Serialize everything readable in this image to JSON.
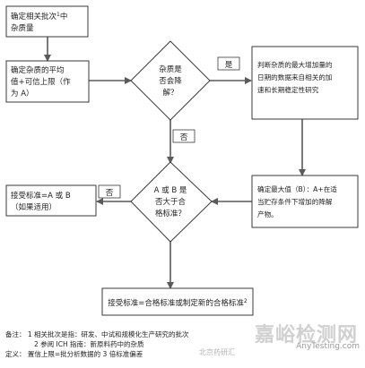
{
  "nodes": {
    "start": {
      "lines": [
        "确定相关批次",
        "杂质量"
      ],
      "sup": "1",
      "sup_after": "中"
    },
    "mean": {
      "lines": [
        "确定杂质的平均",
        "值+可信上限（作",
        "为 A）"
      ]
    },
    "degrade": {
      "lines": [
        "杂质是",
        "否会降",
        "解？"
      ]
    },
    "judge": {
      "lines": [
        "判断杂质的最大增加量的",
        "日期的数据来自相关的加",
        "速和长期稳定性研究"
      ]
    },
    "maxval": {
      "lines": [
        "确定最大值（B）：A+在适",
        "当贮存条件下增加的降解",
        "产物。"
      ]
    },
    "compare": {
      "lines": [
        "A 或 B 是",
        "否大于合",
        "格标准？"
      ]
    },
    "accept": {
      "lines": [
        "接受标准=A 或 B",
        "（如果适用）"
      ]
    },
    "final": {
      "text": "接受标准=合格标准或制定新的合格标准",
      "sup": "2"
    }
  },
  "labels": {
    "yes": "是",
    "no": "否"
  },
  "notes": {
    "label_note": "备注：",
    "note1": "1  相关批次是指：研发、中试和规模化生产研究的批次",
    "note2": "2  参阅 ICH 指南：新原料药中的杂质",
    "label_def": "定义：",
    "def": "置信上限=批分析数据的 3 倍标准偏差"
  },
  "watermarks": {
    "main": "嘉峪检测网",
    "sub": "AnyTesting.com",
    "source": "北京药研汇"
  }
}
